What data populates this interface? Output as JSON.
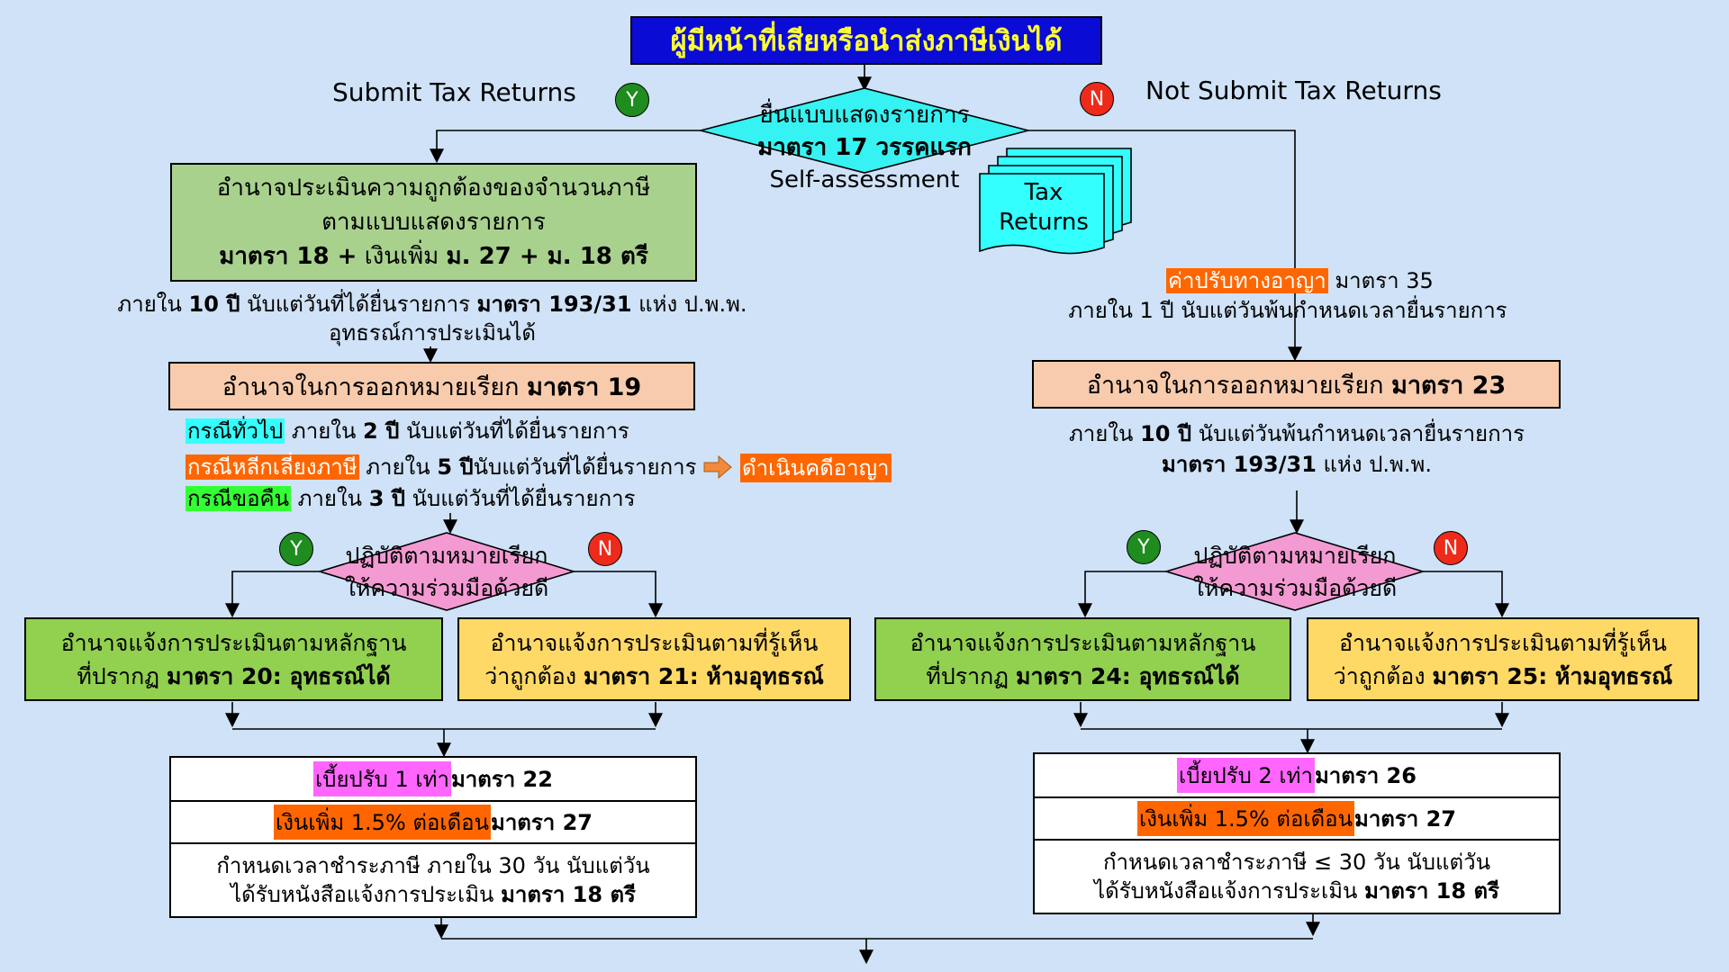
{
  "colors": {
    "background": "#cfe2f7",
    "title_bg": "#0b0bd6",
    "title_text": "#ffff33",
    "diamond_cyan": "#36f2f2",
    "diamond_pink": "#f39ad3",
    "green_box": "#a9d18e",
    "green_box2": "#92d050",
    "peach_box": "#f8cbad",
    "yellow_box": "#ffd966",
    "hl_cyan": "#33ffff",
    "hl_orange": "#ff6600",
    "hl_green": "#33ff33",
    "hl_pink": "#ff66ff",
    "badge_y": "#1e8c1e",
    "badge_n": "#ee2a1a"
  },
  "title": "ผู้มีหน้าที่เสียหรือนำส่งภาษีเงินได้",
  "left_branch_label": "Submit Tax Returns",
  "right_branch_label": "Not Submit Tax Returns",
  "badge_y": "Y",
  "badge_n": "N",
  "top_decision": {
    "line1": "ยื่นแบบแสดงรายการ",
    "line2": "มาตรา 17 วรรคแรก",
    "line3": "Self-assessment"
  },
  "tax_returns_doc": {
    "line1": "Tax",
    "line2": "Returns"
  },
  "left": {
    "assess_box": {
      "line1": "อำนาจประเมินความถูกต้องของจำนวนภาษี",
      "line2": "ตามแบบแสดงรายการ",
      "line3_a": "มาตรา 18 +",
      "line3_b": " เงินเพิ่ม ",
      "line3_c": "ม. 27 + ม. 18 ตรี"
    },
    "limit_text": {
      "l1_a": "ภายใน ",
      "l1_b": "10 ปี",
      "l1_c": " นับแต่วันที่ได้ยื่นรายการ  ",
      "l1_d": "มาตรา 193/31",
      "l1_e": " แห่ง ป.พ.พ.",
      "l2": "อุทธรณ์การประเมินได้"
    },
    "summons_box": {
      "text": "อำนาจในการออกหมายเรียก ",
      "bold": "มาตรา 19"
    },
    "cases": [
      {
        "tag": "กรณีทั่วไป",
        "a": " ภายใน ",
        "b": "2 ปี",
        "c": " นับแต่วันที่ได้ยื่นรายการ"
      },
      {
        "tag": "กรณีหลีกเลี่ยงภาษี",
        "a": " ภายใน ",
        "b": "5 ปี",
        "c": "นับแต่วันที่ได้ยื่นรายการ"
      },
      {
        "tag": "กรณีขอคืน",
        "a": " ภายใน ",
        "b": "3 ปี",
        "c": " นับแต่วันที่ได้ยื่นรายการ"
      }
    ],
    "criminal_action": "ดำเนินคดีอาญา",
    "decision": {
      "line1": "ปฏิบัติตามหมายเรียก",
      "line2": "ให้ความร่วมมือด้วยดี"
    },
    "evidence_box": {
      "line1": "อำนาจแจ้งการประเมินตามหลักฐาน",
      "line2_a": "ที่ปรากฏ ",
      "line2_b": "มาตรา 20: อุทธรณ์ได้"
    },
    "opinion_box": {
      "line1": "อำนาจแจ้งการประเมินตามที่รู้เห็น",
      "line2_a": "ว่าถูกต้อง ",
      "line2_b": "มาตรา 21: ห้ามอุทธรณ์"
    },
    "penalty": {
      "fine_tag": "เบี้ยปรับ 1 เท่า",
      "fine_sec": " มาตรา 22",
      "surcharge_tag": "เงินเพิ่ม 1.5% ต่อเดือน",
      "surcharge_sec": " มาตรา 27",
      "due_l1": "กำหนดเวลาชำระภาษี ภายใน 30 วัน นับแต่วัน",
      "due_l2_a": "ได้รับหนังสือแจ้งการประเมิน ",
      "due_l2_b": "มาตรา 18 ตรี"
    }
  },
  "right": {
    "criminal_fine": {
      "tag": "ค่าปรับทางอาญา",
      "sec": " มาตรา 35",
      "l2": "ภายใน 1 ปี นับแต่วันพ้นกำหนดเวลายื่นรายการ"
    },
    "summons_box": {
      "text": "อำนาจในการออกหมายเรียก ",
      "bold": "มาตรา 23"
    },
    "limit_text": {
      "l1_a": "ภายใน ",
      "l1_b": "10 ปี",
      "l1_c": " นับแต่วันพ้นกำหนดเวลายื่นรายการ",
      "l2_a": "มาตรา 193/31",
      "l2_b": " แห่ง ป.พ.พ."
    },
    "decision": {
      "line1": "ปฏิบัติตามหมายเรียก",
      "line2": "ให้ความร่วมมือด้วยดี"
    },
    "evidence_box": {
      "line1": "อำนาจแจ้งการประเมินตามหลักฐาน",
      "line2_a": "ที่ปรากฏ ",
      "line2_b": "มาตรา 24: อุทธรณ์ได้"
    },
    "opinion_box": {
      "line1": "อำนาจแจ้งการประเมินตามที่รู้เห็น",
      "line2_a": "ว่าถูกต้อง ",
      "line2_b": "มาตรา 25: ห้ามอุทธรณ์"
    },
    "penalty": {
      "fine_tag": "เบี้ยปรับ 2 เท่า",
      "fine_sec": " มาตรา 26",
      "surcharge_tag": "เงินเพิ่ม 1.5% ต่อเดือน",
      "surcharge_sec": " มาตรา 27",
      "due_l1": "กำหนดเวลาชำระภาษี ≤ 30 วัน นับแต่วัน",
      "due_l2_a": "ได้รับหนังสือแจ้งการประเมิน ",
      "due_l2_b": "มาตรา 18 ตรี"
    }
  }
}
